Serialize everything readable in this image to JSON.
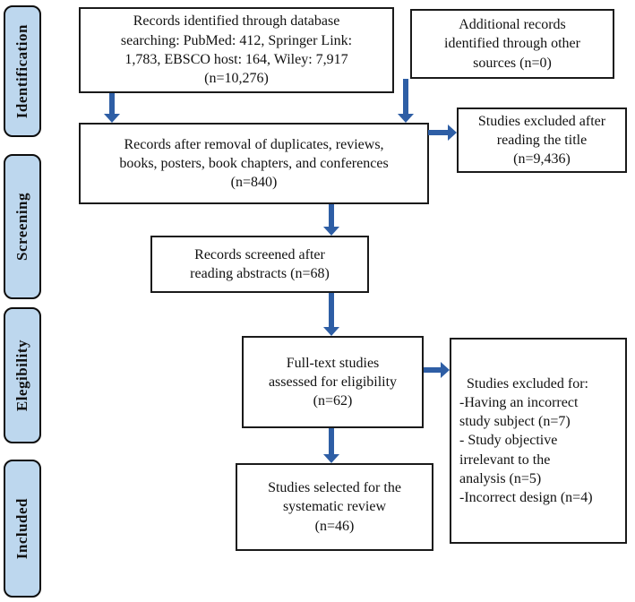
{
  "palette": {
    "arrow_blue": "#2e5ea5",
    "stage_fill": "#bdd7ee",
    "stage_border": "#0d0d0d",
    "box_border": "#1a1a1a",
    "background": "#ffffff"
  },
  "stages": {
    "identification": "Identification",
    "screening": "Screening",
    "eligibility": "Elegibility",
    "included": "Included"
  },
  "boxes": {
    "records_identified": "Records identified through database\nsearching: PubMed: 412, Springer Link:\n1,783, EBSCO host: 164, Wiley: 7,917\n(n=10,276)",
    "additional_records": "Additional records\nidentified through other\nsources (n=0)",
    "records_after_removal": "Records after removal of duplicates, reviews,\nbooks, posters, book chapters, and conferences\n(n=840)",
    "excluded_after_title": "Studies excluded after\nreading the title\n(n=9,436)",
    "records_screened": "Records screened after\nreading abstracts (n=68)",
    "fulltext_assessed": "Full-text studies\nassessed for eligibility\n(n=62)",
    "excluded_fulltext": "  Studies excluded for:\n-Having an incorrect\nstudy subject (n=7)\n- Study objective\nirrelevant to the\nanalysis (n=5)\n-Incorrect design (n=4)",
    "studies_selected": "Studies selected for the\nsystematic review\n(n=46)"
  }
}
